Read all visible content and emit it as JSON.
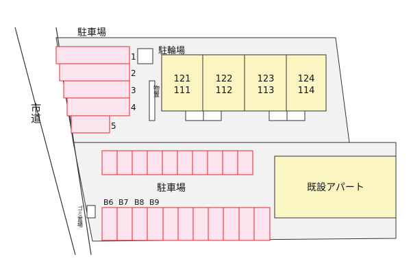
{
  "labels": {
    "street": "市道",
    "parking_top": "駐車場",
    "bicycle_parking": "駐輪場",
    "storage": "物置",
    "parking_bottom": "駐車場",
    "existing_apartment": "既設アパート",
    "garbage": "ゴミ置場"
  },
  "left_lot_numbers": [
    "1",
    "2",
    "3",
    "4",
    "5"
  ],
  "units": [
    {
      "upper": "121",
      "lower": "111"
    },
    {
      "upper": "122",
      "lower": "112"
    },
    {
      "upper": "123",
      "lower": "113"
    },
    {
      "upper": "124",
      "lower": "114"
    }
  ],
  "bottom_row_labels": [
    "B6",
    "B7",
    "B8",
    "B9"
  ],
  "colors": {
    "parking_fill": "#fce4ee",
    "parking_stroke": "#e8242e",
    "building_fill": "#fbf5c2",
    "ground_fill": "#f2f2f2",
    "outline": "#333333"
  }
}
